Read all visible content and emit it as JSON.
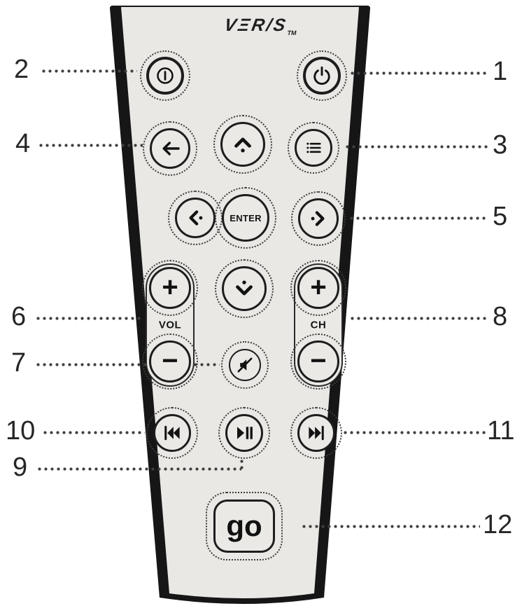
{
  "brand": {
    "logo": "VΞR/S",
    "tm": "TM"
  },
  "callouts": [
    "1",
    "2",
    "3",
    "4",
    "5",
    "6",
    "7",
    "8",
    "9",
    "10",
    "11",
    "12"
  ],
  "buttons": {
    "enter": "ENTER",
    "volume_label": "VOL",
    "channel_label": "CH",
    "plus": "+",
    "minus": "−",
    "go": "go"
  },
  "icons": {
    "standby": "circle-with-line",
    "power": "power-arc",
    "menu": "bullet-list",
    "back": "arrow-left",
    "up": "chevron-up-dot",
    "left": "chevron-left-dot",
    "right": "chevron-right-dot",
    "down": "chevron-down-dot",
    "mute": "speaker-muted",
    "previous": "skip-back",
    "play_pause": "play-pause",
    "next": "skip-forward"
  },
  "colors": {
    "remote_body": "#e9e8e5",
    "remote_edge": "#141414",
    "ink": "#1c1c1c",
    "background": "#ffffff"
  }
}
